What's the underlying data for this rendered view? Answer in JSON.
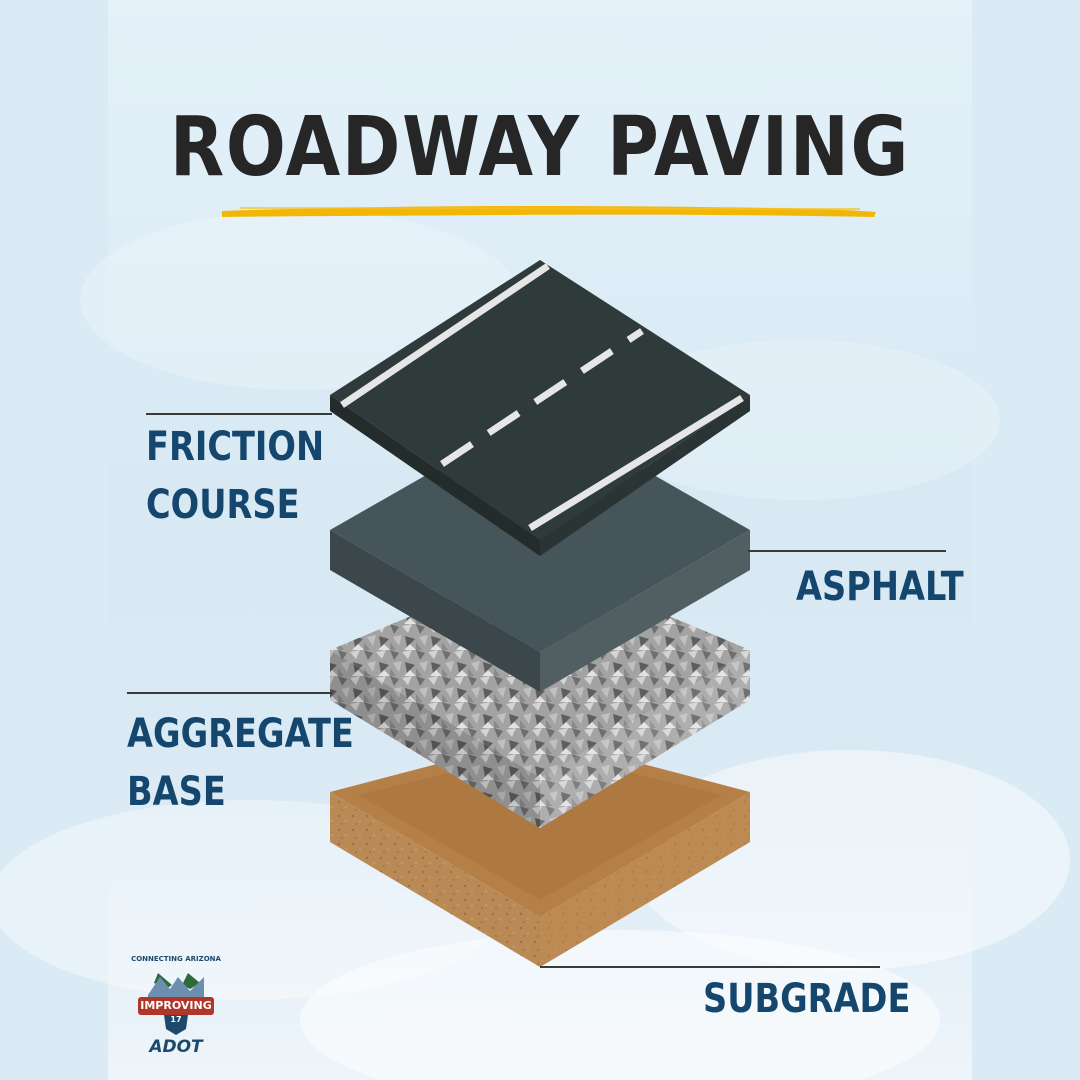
{
  "title": "ROADWAY PAVING",
  "layers": {
    "friction_course": [
      "FRICTION",
      "COURSE"
    ],
    "asphalt": "ASPHALT",
    "aggregate_base": [
      "AGGREGATE",
      "BASE"
    ],
    "subgrade": "SUBGRADE"
  },
  "logo": {
    "tagline": "CONNECTING ARIZONA",
    "name": "IMPROVING",
    "route": "17",
    "agency": "ADOT"
  },
  "colors": {
    "title": "#262626",
    "label": "#15476e",
    "underline": "#f2b705",
    "friction_top": "#2f3a3a",
    "asphalt_top": "#46555a",
    "aggregate": "#9a9a9a",
    "subgrade": "#b07a45"
  }
}
